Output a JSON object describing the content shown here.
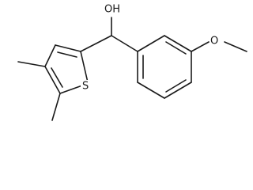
{
  "molecule": {
    "atoms": {
      "hydroxyl": "OH",
      "thiophene_sulfur": "S",
      "methoxy_oxygen": "O"
    }
  }
}
